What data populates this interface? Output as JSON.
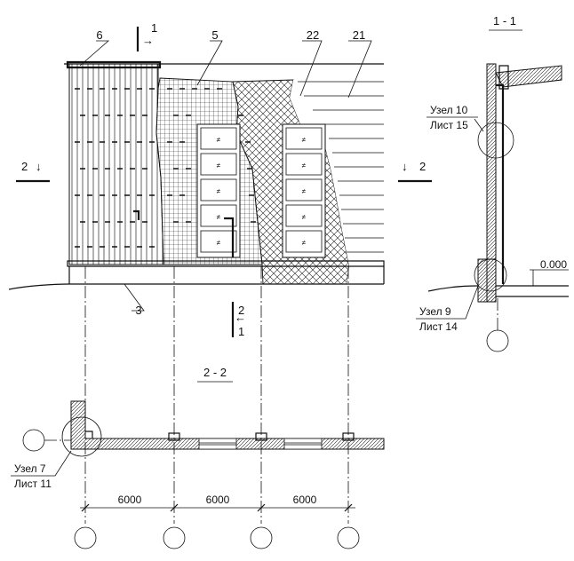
{
  "elevation": {
    "zone_labels": [
      "6",
      "5",
      "22",
      "21",
      "3"
    ],
    "section_marks": [
      {
        "num": "1",
        "dir": "→"
      },
      {
        "num": "2",
        "dir": "↓"
      },
      {
        "num": "2",
        "dir": "↓"
      },
      {
        "num": "2",
        "dir": "←"
      }
    ],
    "window_mark": "≠"
  },
  "section_1_1": {
    "title": "1 - 1",
    "node_top": {
      "line1": "Узел 10",
      "line2": "Лист 15"
    },
    "node_bottom": {
      "line1": "Узел 9",
      "line2": "Лист 14"
    },
    "level": "0.000"
  },
  "plan_2_2": {
    "title": "2 - 2",
    "node": {
      "line1": "Узел 7",
      "line2": "Лист 11"
    },
    "spans": [
      "6000",
      "6000",
      "6000"
    ]
  }
}
